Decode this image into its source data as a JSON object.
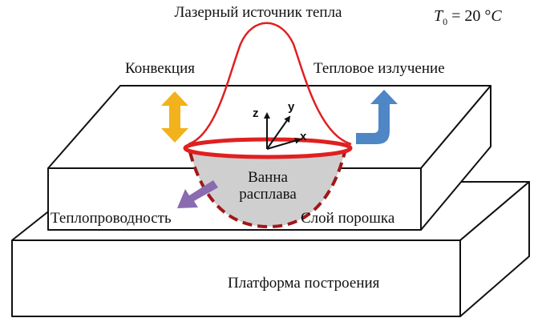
{
  "labels": {
    "laser_source": "Лазерный источник тепла",
    "convection": "Конвекция",
    "thermal_radiation": "Тепловое излучение",
    "melt_pool_line1": "Ванна",
    "melt_pool_line2": "расплава",
    "conduction": "Теплопроводность",
    "powder_layer": "Слой порошка",
    "build_platform": "Платформа построения"
  },
  "formula": {
    "symbol": "T",
    "subscript": "0",
    "equals_value": " = 20 °",
    "unit": "C"
  },
  "axes": {
    "x": "x",
    "y": "y",
    "z": "z"
  },
  "colors": {
    "laser_curve": "#e02020",
    "melt_pool_rim": "#e02020",
    "melt_pool_fill": "#cfcfcf",
    "melt_pool_border": "#a01818",
    "convection_arrow": "#f2b21b",
    "radiation_arrow": "#4f86c6",
    "conduction_arrow": "#8a6bb0",
    "block_stroke": "#111111"
  },
  "icons": {
    "convection": "double-headed-vertical-arrow",
    "radiation": "curved-up-arrow",
    "conduction": "diagonal-down-left-arrow"
  }
}
